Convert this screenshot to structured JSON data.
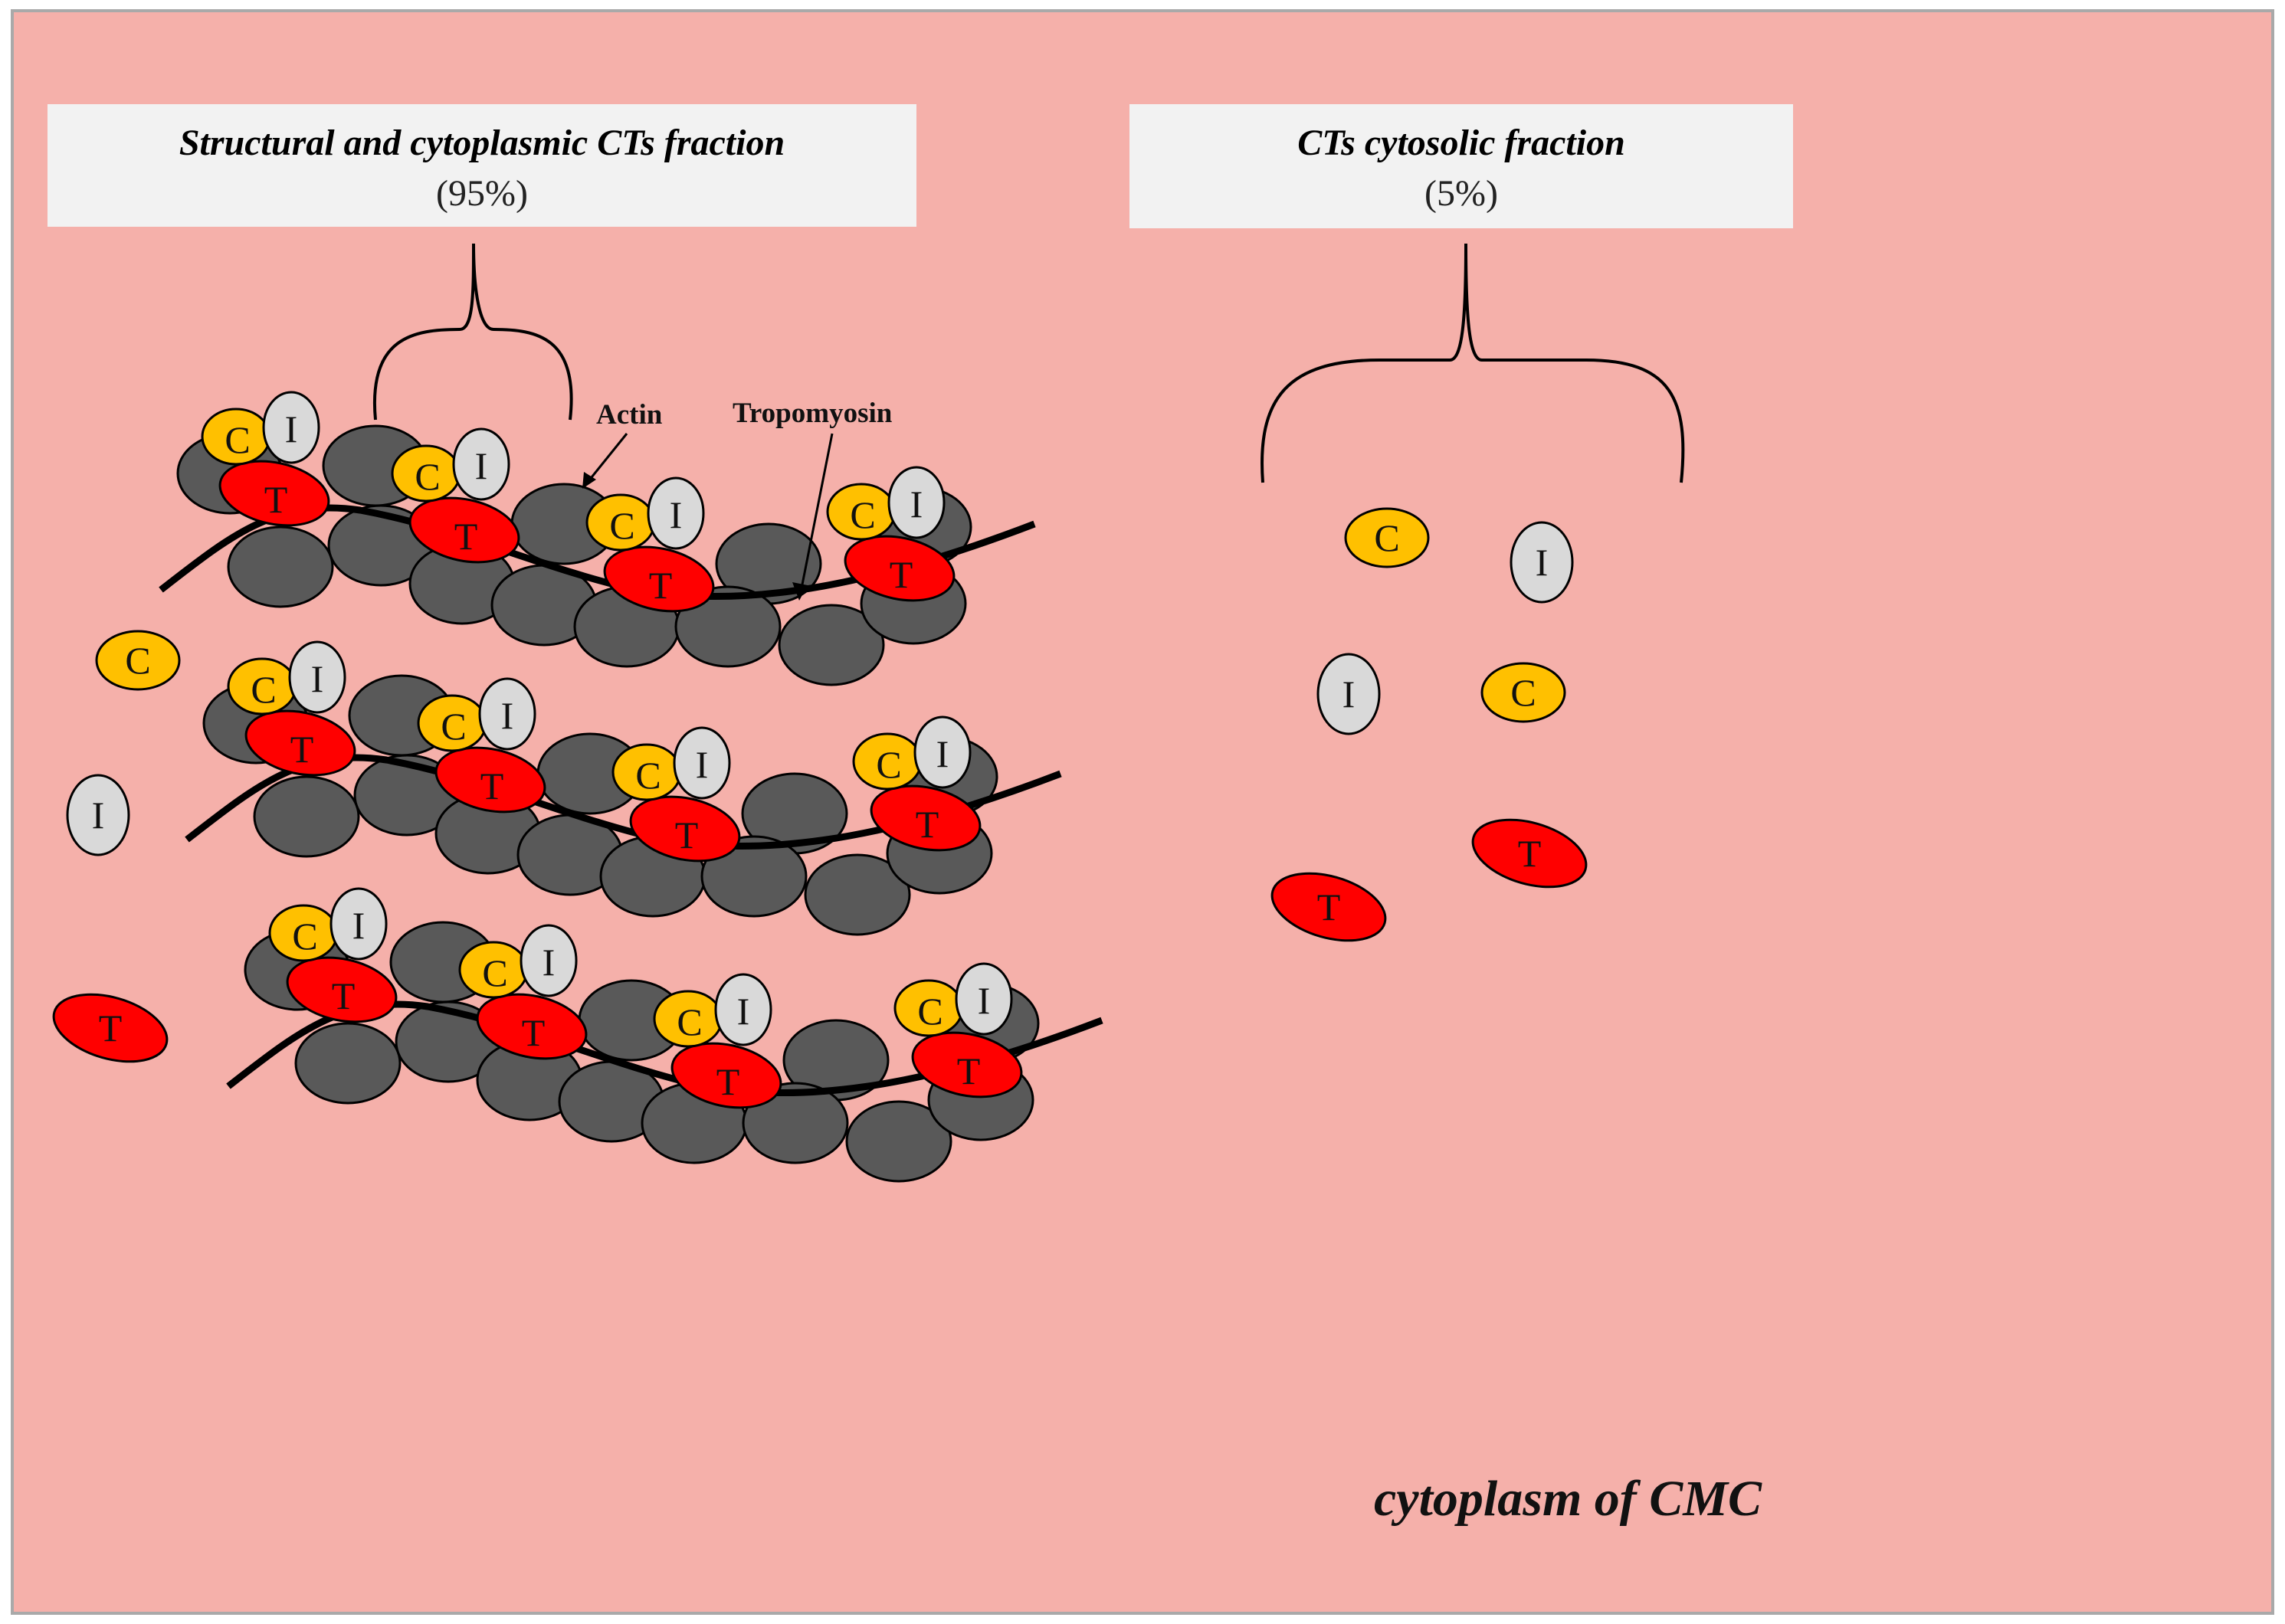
{
  "boxes": {
    "structural": {
      "title": "Structural and cytoplasmic CTs fraction",
      "percent": "(95%)"
    },
    "cytosolic": {
      "title": "CTs cytosolic fraction",
      "percent": "(5%)"
    }
  },
  "labels": {
    "actin": "Actin",
    "tropomyosin": "Tropomyosin",
    "footer": "cytoplasm of CMC"
  },
  "subunits": {
    "c": "C",
    "i": "I",
    "t": "T"
  },
  "colors": {
    "background": "#f5b0aa",
    "box": "#f2f2f2",
    "actin": "#595959",
    "troponin_c": "#ffc000",
    "troponin_i": "#d9d9d9",
    "troponin_t": "#ff0000"
  }
}
